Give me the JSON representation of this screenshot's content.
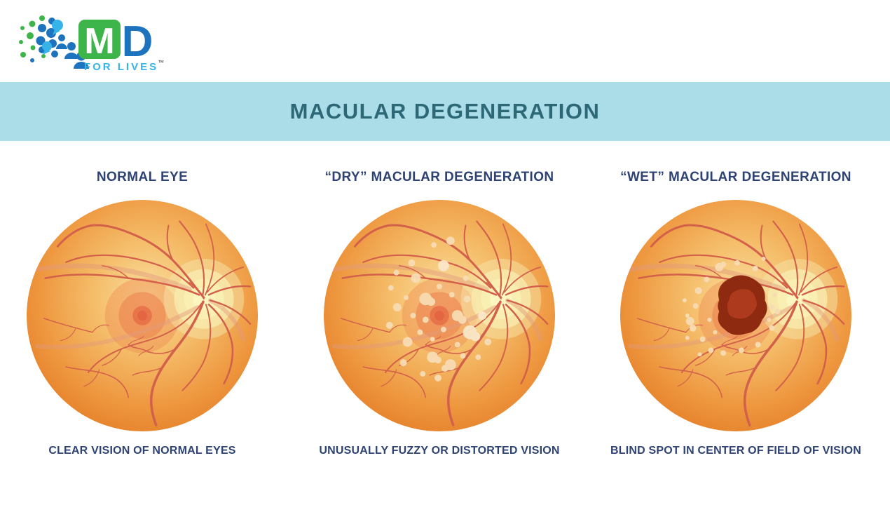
{
  "logo": {
    "letter_m": "M",
    "letter_d": "D",
    "tagline": "FOR LIVES",
    "trademark": "™"
  },
  "banner": {
    "title": "MACULAR DEGENERATION"
  },
  "columns": [
    {
      "heading": "NORMAL EYE",
      "caption": "CLEAR VISION OF NORMAL EYES",
      "illustration": "normal-fundus"
    },
    {
      "heading": "“DRY” MACULAR DEGENERATION",
      "caption": "UNUSUALLY FUZZY OR DISTORTED VISION",
      "illustration": "dry-amd-fundus-with-drusen"
    },
    {
      "heading": "“WET” MACULAR DEGENERATION",
      "caption": "BLIND SPOT IN CENTER OF FIELD OF VISION",
      "illustration": "wet-amd-fundus-with-hemorrhage"
    }
  ],
  "colors": {
    "banner_bg": "#ABDDE8",
    "banner_text": "#2D6877",
    "heading_text": "#2E4374",
    "logo_green": "#3DB54A",
    "logo_blue": "#1E73BE",
    "logo_cyan": "#36B3E8",
    "fundus_rim": "#DD6C1E",
    "fundus_center": "#F9DFA0",
    "optic_disc": "#FCF6C0",
    "vessel": "#D2604A",
    "macula": "#ED8450",
    "drusen": "#F8DCB4",
    "hemorrhage_dark": "#8E2A10",
    "hemorrhage_inner": "#AE3A1E"
  }
}
